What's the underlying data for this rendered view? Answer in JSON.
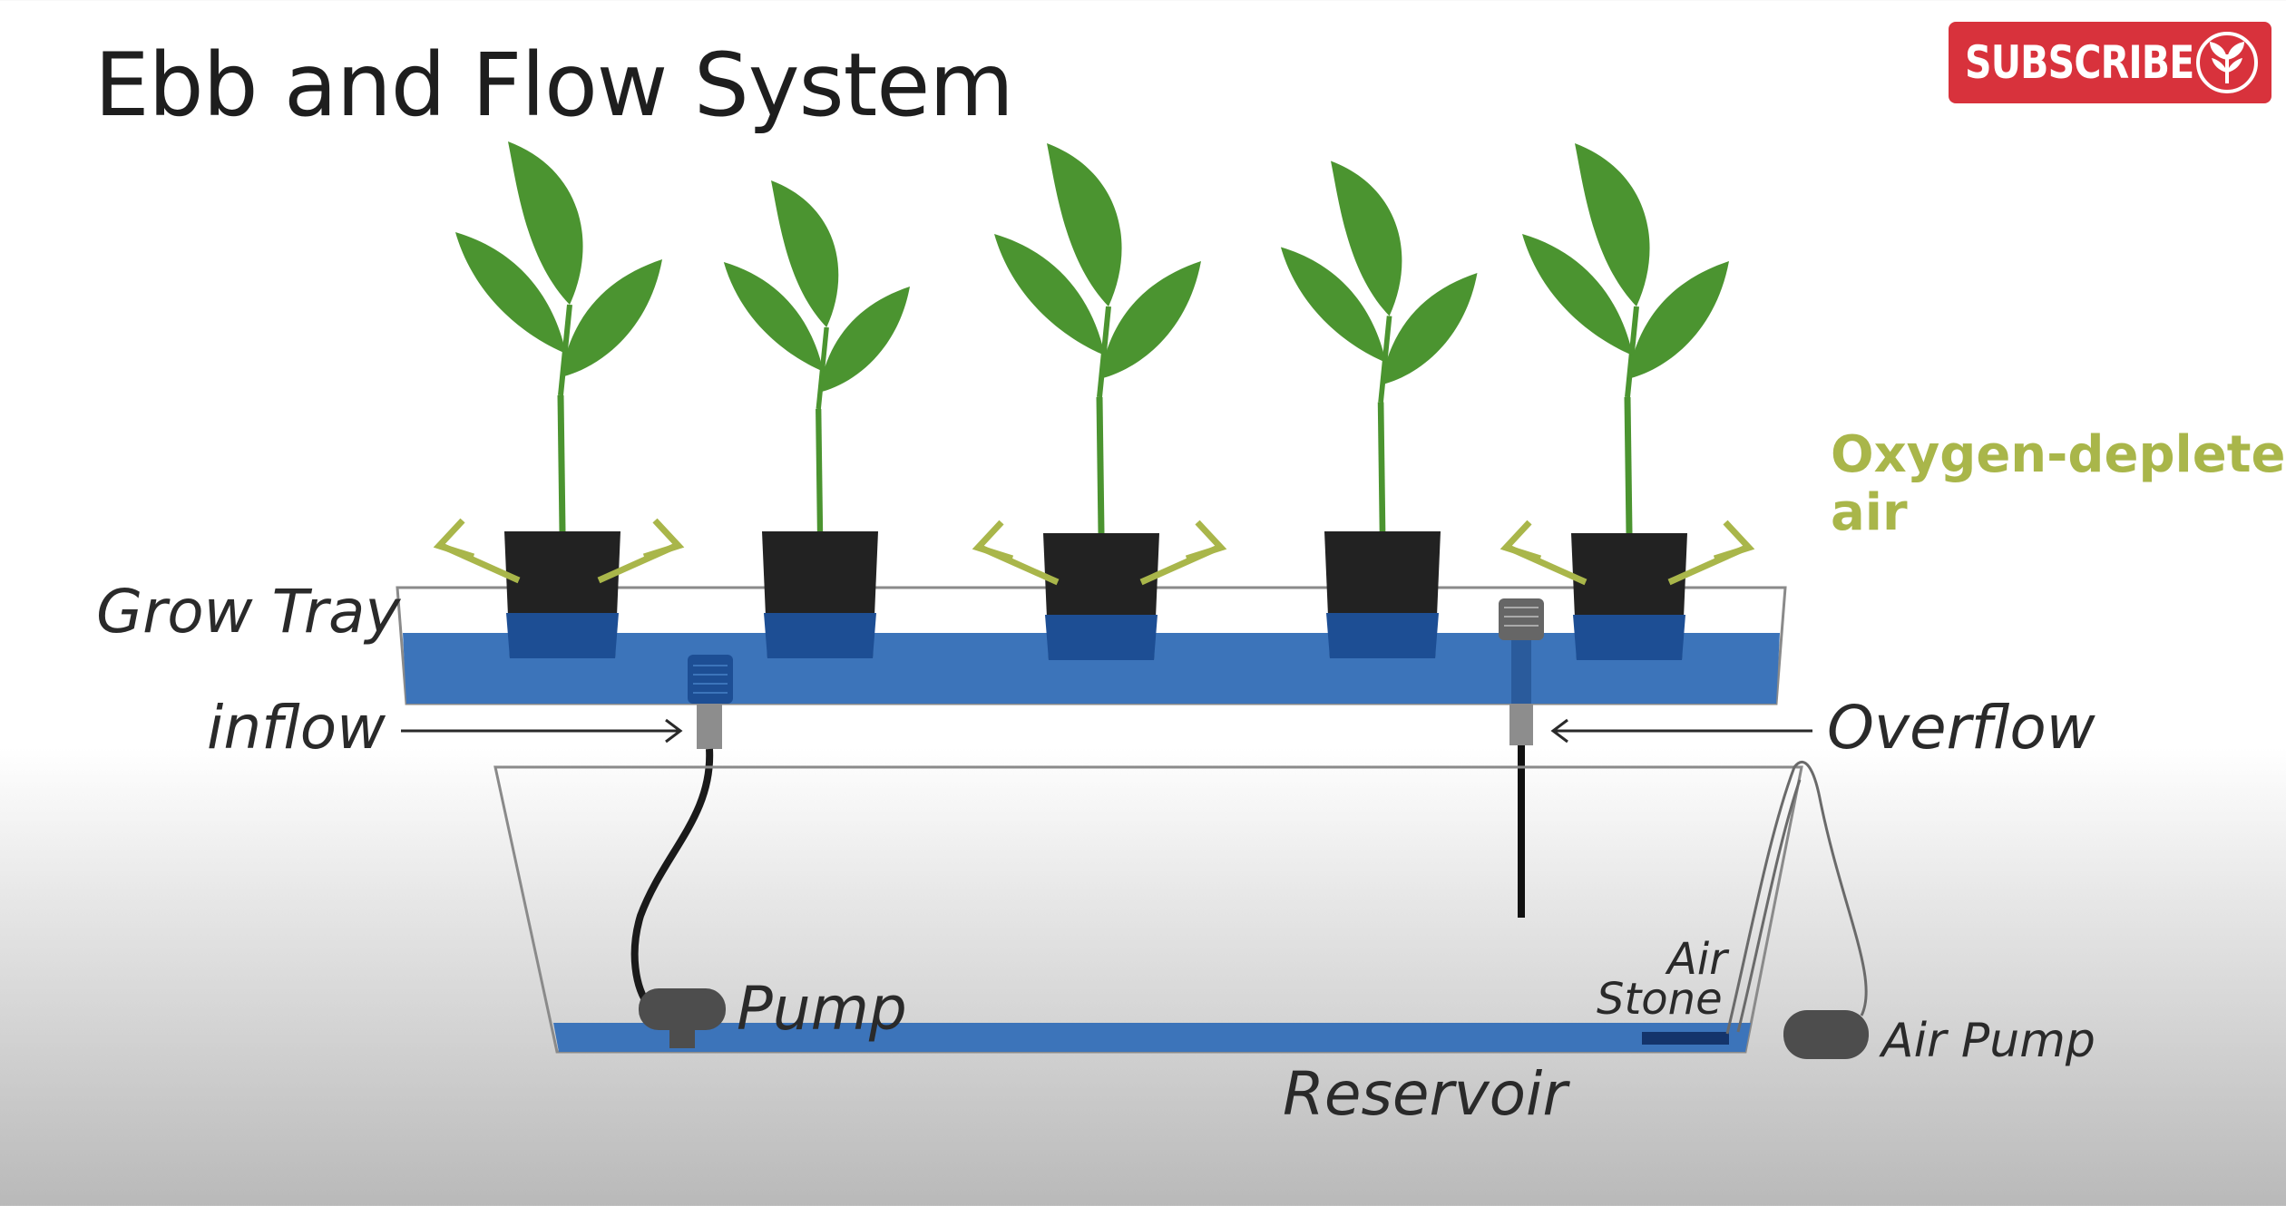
{
  "title": "Ebb and Flow System",
  "subscribe": {
    "label": "SUBSCRIBE"
  },
  "labels": {
    "grow_tray": "Grow Tray",
    "inflow": "inflow",
    "overflow": "Overflow",
    "pump": "Pump",
    "air_stone_line1": "Air",
    "air_stone_line2": "Stone",
    "reservoir": "Reservoir",
    "air_pump": "Air Pump",
    "oxygen_line1": "Oxygen-depleted",
    "oxygen_line2": "air"
  },
  "colors": {
    "water": "#3c74ba",
    "water_in_pot": "#1d4e94",
    "pot": "#222222",
    "leaf": "#4b9430",
    "arrow": "#a9b64a",
    "subscribe_bg": "#d8323c"
  }
}
